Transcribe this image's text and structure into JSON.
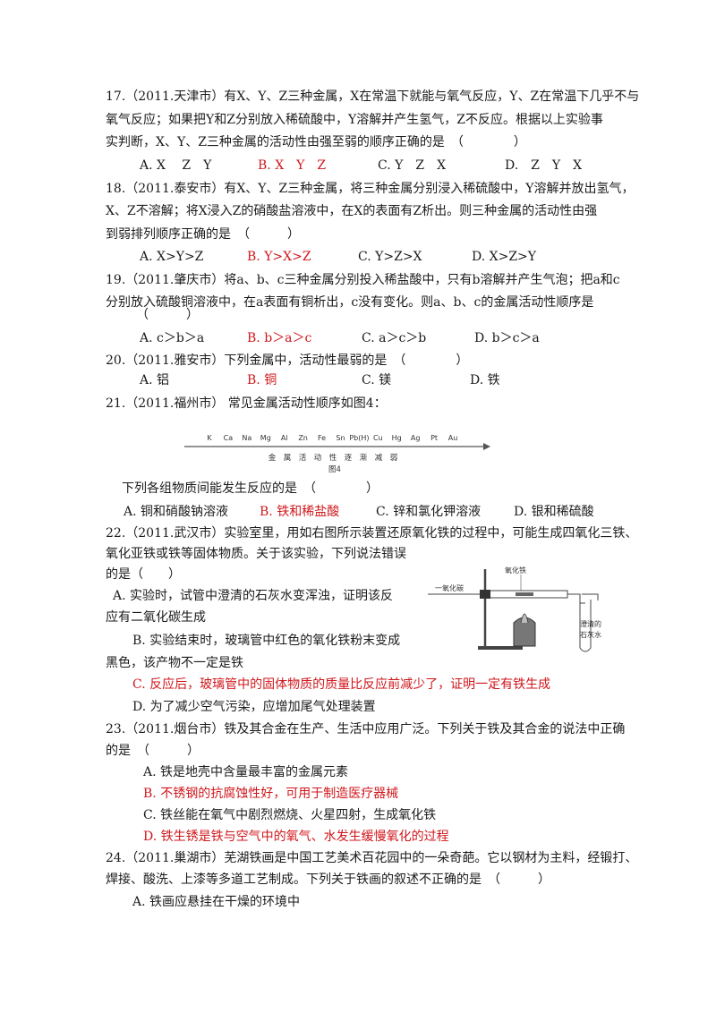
{
  "colors": {
    "answer_red": "#d0161b",
    "text": "#1a1a1a"
  },
  "q17": {
    "l1": "17.（2011.天津市）有X、Y、Z三种金属，X在常温下就能与氧气反应，Y、Z在常温下几乎不与",
    "l2": "氧气反应；如果把Y和Z分别放入稀硫酸中，Y溶解并产生氢气，Z不反应。根据以上实验事",
    "l3": "实判断，X、Y、Z三种金属的活动性由强至弱的顺序正确的是　（　　　　）",
    "opts": [
      "A. X　 Z　Y",
      "B. X　Y　Z",
      "C. Y　Z　X",
      "D.　Z　Y　X"
    ]
  },
  "q18": {
    "l1": "18.（2011.泰安市）有X、Y、Z三种金属，将三种金属分别浸入稀硫酸中，Y溶解并放出氢气，",
    "l2": "X、Z不溶解；将X浸入Z的硝酸盐溶液中，在X的表面有Z析出。则三种金属的活动性由强",
    "l3": "到弱排列顺序正确的是　（　　　）",
    "opts": [
      "A. X>Y>Z",
      "B.  Y>X>Z",
      "C.  Y>Z>X",
      "D.  X>Z>Y"
    ]
  },
  "q19": {
    "l1": "19.（2011.肇庆市）将a、b、c三种金属分别投入稀盐酸中，只有b溶解并产生气泡；把a和c",
    "l2": "分别放入硫酸铜溶液中，在a表面有铜析出，c没有变化。则a、b、c的金属活动性顺序是",
    "l3": "（　　　）",
    "opts": [
      "A. c＞b＞a",
      "B. b＞a＞c",
      "C. a＞c＞b",
      "D.  b＞c＞a"
    ]
  },
  "q20": {
    "l1": "20.（2011.雅安市）下列金属中，活动性最弱的是　（　　　　）",
    "opts": [
      "A. 铝",
      "B. 铜",
      "C. 镁",
      "D. 铁"
    ]
  },
  "q21": {
    "l1": "21.（2011.福州市）  常见金属活动性顺序如图4：",
    "metals": [
      "K",
      "Ca",
      "Na",
      "Mg",
      "Al",
      "Zn",
      "Fe",
      "Sn",
      "Pb(H)",
      "Cu",
      "Hg",
      "Ag",
      "Pt",
      "Au"
    ],
    "arrow_label": "金　属　活　动　性　逐　渐　减　弱",
    "fig_label": "图4",
    "l2": "下列各组物质间能发生反应的是　（　　　　）",
    "opts": [
      "A. 铜和硝酸钠溶液",
      "B. 铁和稀盐酸",
      "C. 锌和氯化钾溶液",
      "D. 银和稀硫酸"
    ]
  },
  "q22": {
    "l1": "22.（2011.武汉市）实验室里，用如右图所示装置还原氧化铁的过程中，可能生成四氧化三铁、",
    "l2": "氧化亚铁或铁等固体物质。关于该实验，下列说法错误",
    "l3": "的是（　　）",
    "a1": "A. 实验时，试管中澄清的石灰水变浑浊，证明该反",
    "a2": "应有二氧化碳生成",
    "b1": "B. 实验结束时，玻璃管中红色的氧化铁粉末变成",
    "b2": "黑色，该产物不一定是铁",
    "c": "C. 反应后，玻璃管中的固体物质的质量比反应前减少了，证明一定有铁生成",
    "d": "D. 为了减少空气污染，应增加尾气处理装置",
    "fig_labels": {
      "co": "一氧化碳",
      "fe2o3": "氧化铁",
      "limewater_1": "澄清的",
      "limewater_2": "石灰水"
    }
  },
  "q23": {
    "l1": "23.（2011.烟台市）铁及其合金在生产、生活中应用广泛。下列关于铁及其合金的说法中正确",
    "l2": "的是　（　　　）",
    "a": "A. 铁是地壳中含量最丰富的金属元素",
    "b": "B. 不锈钢的抗腐蚀性好，可用于制造医疗器械",
    "c": "C. 铁丝能在氧气中剧烈燃烧、火星四射，生成氧化铁",
    "d": "D. 铁生锈是铁与空气中的氧气、水发生缓慢氧化的过程"
  },
  "q24": {
    "l1": "24.（2011.巢湖市）芜湖铁画是中国工艺美术百花园中的一朵奇葩。它以钢材为主料，经锻打、",
    "l2": "焊接、酸洗、上漆等多道工艺制成。下列关于铁画的叙述不正确的是　（　　　）",
    "a": "A. 铁画应悬挂在干燥的环境中"
  }
}
